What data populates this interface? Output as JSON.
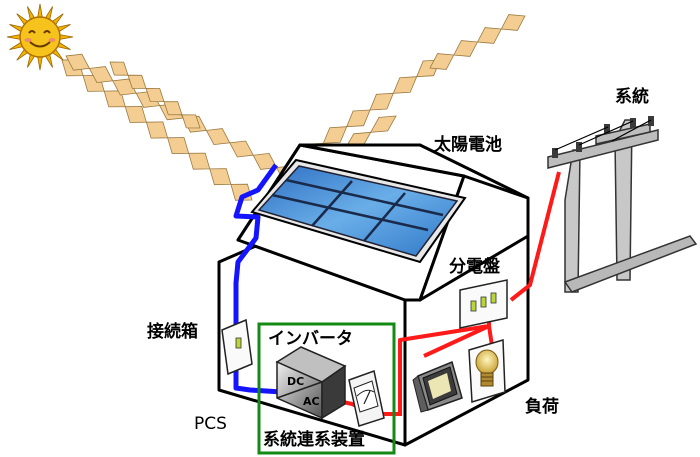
{
  "labels": {
    "solar_cell": "太陽電池",
    "grid": "系統",
    "distribution_board": "分電盤",
    "junction_box": "接続箱",
    "inverter": "インバータ",
    "pcs": "PCS",
    "grid_tie_device": "系統連系装置",
    "load": "負荷",
    "dc": "DC",
    "ac": "AC"
  },
  "colors": {
    "dc_line": "#1414ff",
    "ac_line": "#ff1a1a",
    "pcs_frame": "#138a13",
    "panel_fill": "#4a8fd4",
    "sun_ray": "#f3c98a",
    "sun": "#f4c020"
  }
}
